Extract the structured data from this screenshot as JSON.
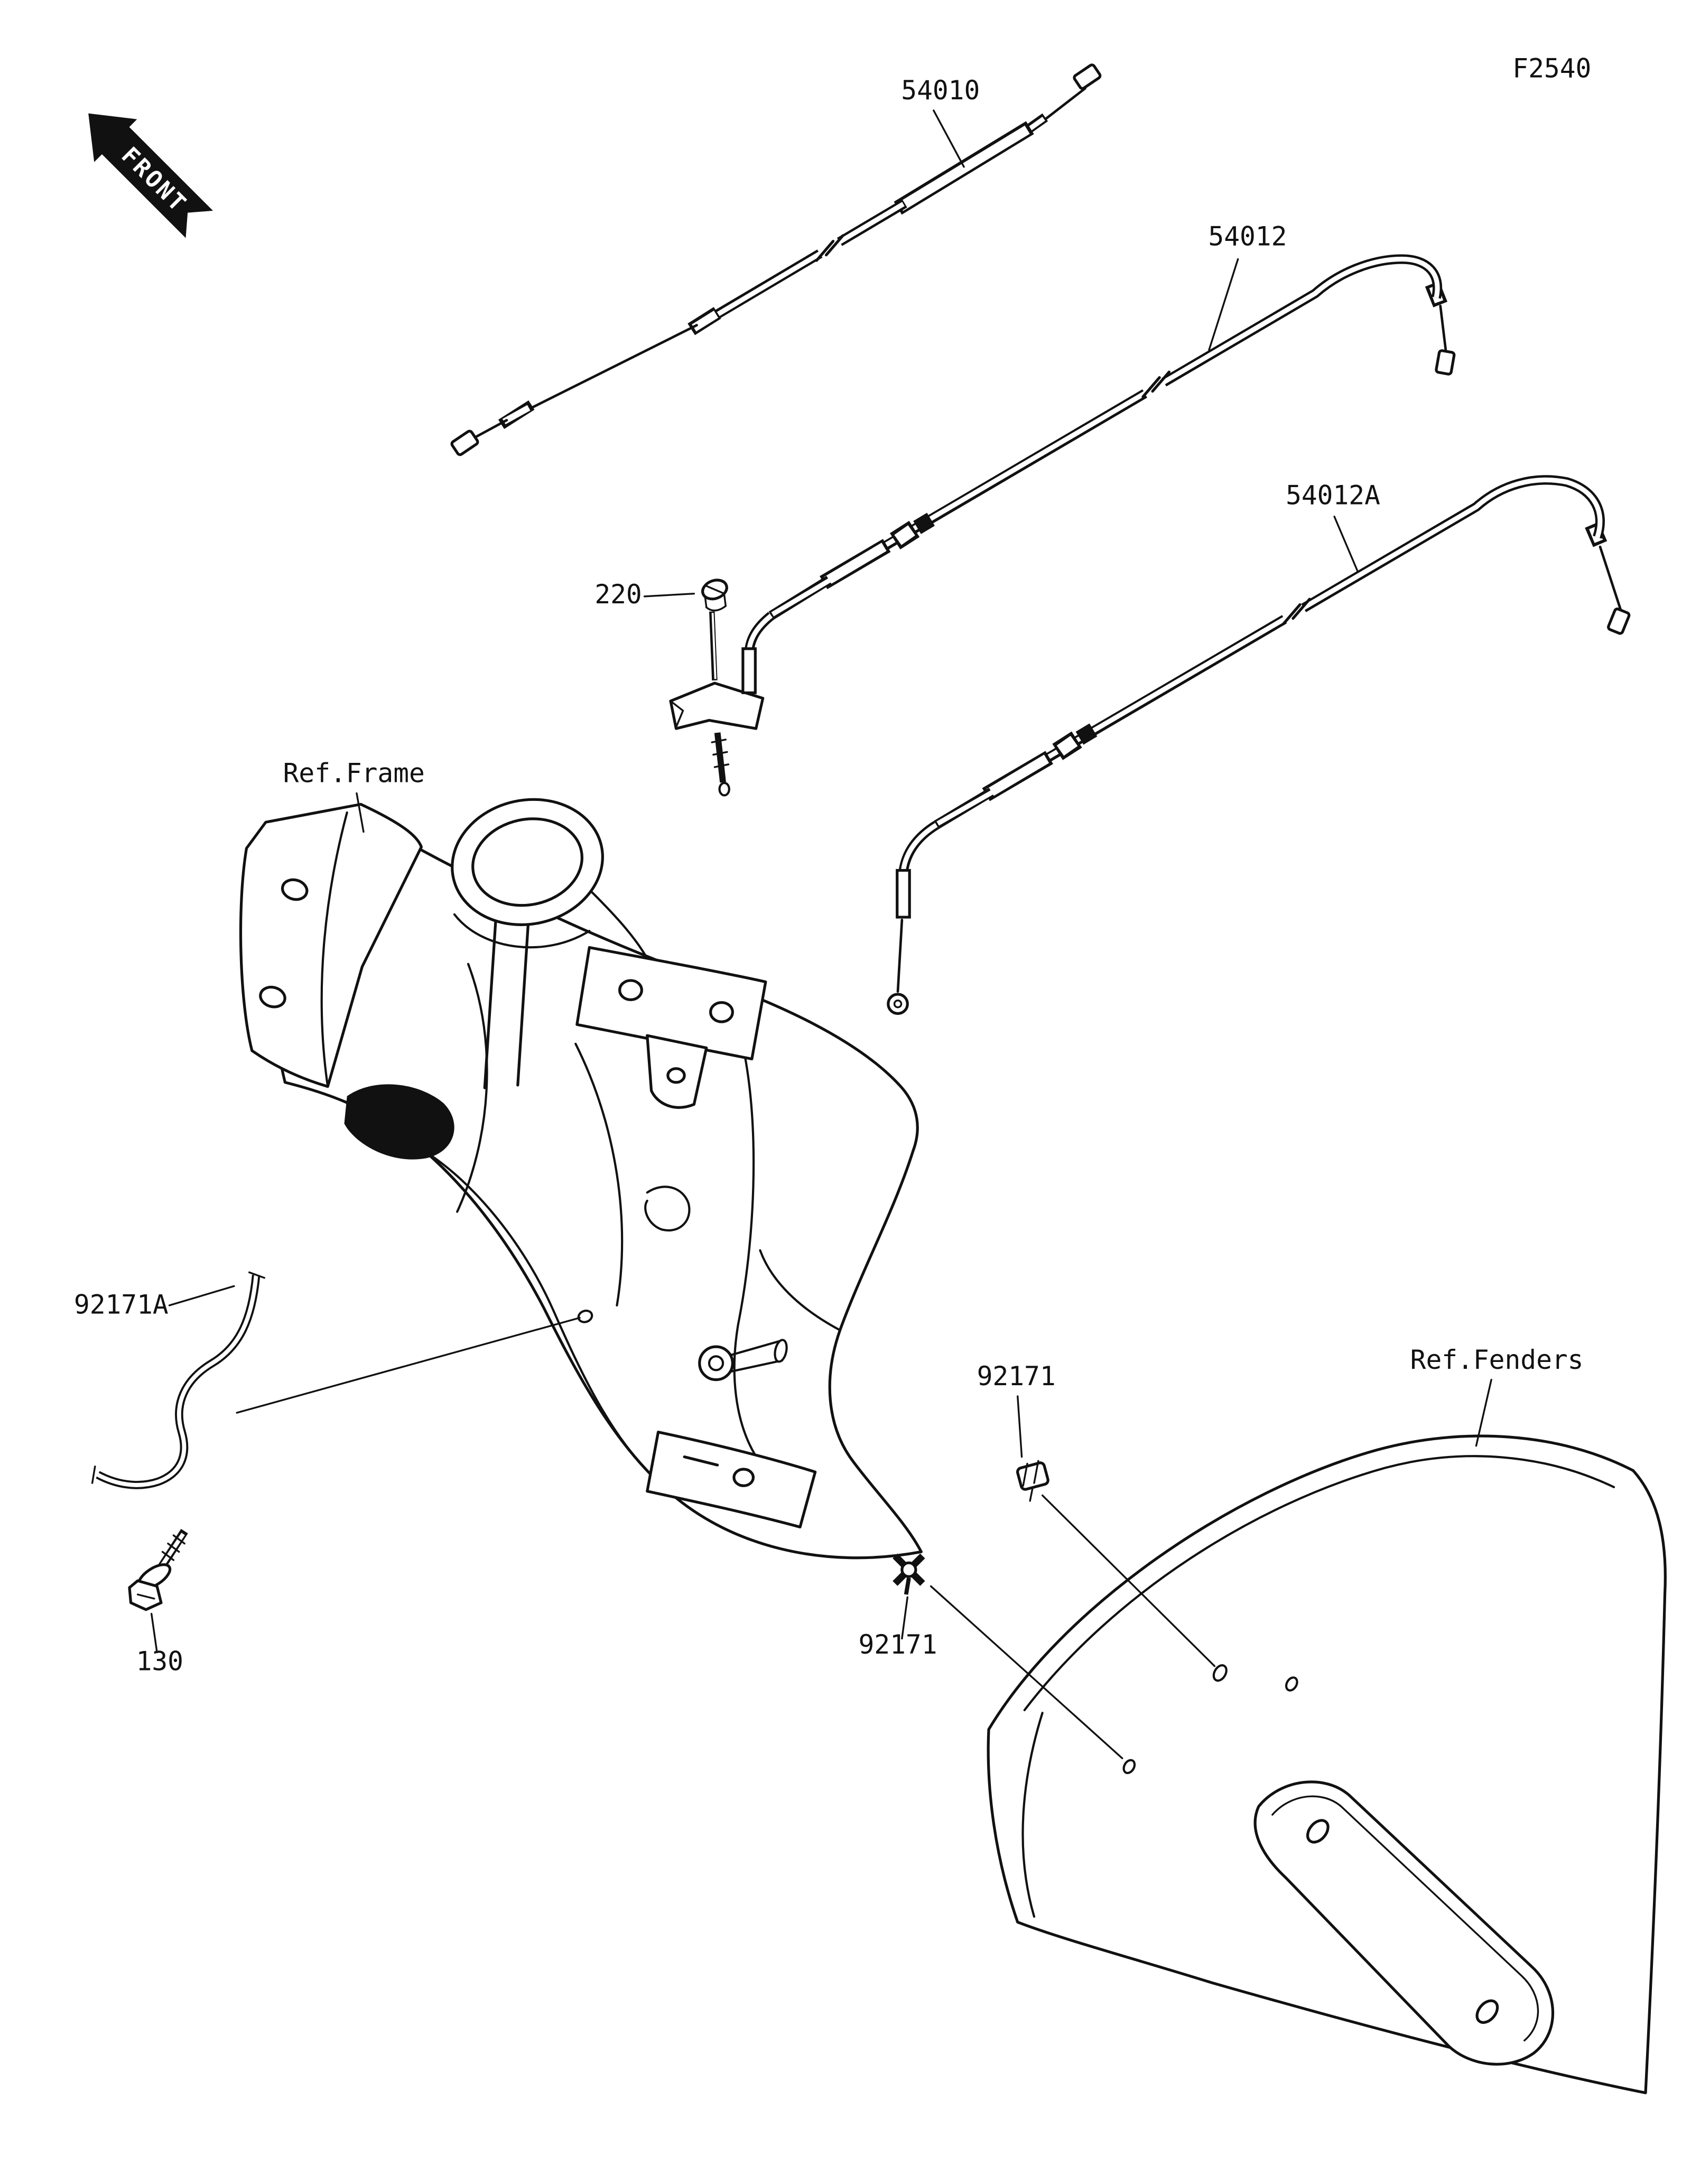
{
  "page": {
    "figure_code": "F2540",
    "background": "#ffffff",
    "line_color": "#111111"
  },
  "front_arrow": {
    "label": "FRONT"
  },
  "references": {
    "frame": "Ref.Frame",
    "fenders": "Ref.Fenders"
  },
  "parts": {
    "cable_1": {
      "number": "54010"
    },
    "cable_2": {
      "number": "54012"
    },
    "cable_3": {
      "number": "54012A"
    },
    "screw": {
      "number": "220"
    },
    "pipe": {
      "number": "92171A"
    },
    "clamp_upper": {
      "number": "92171"
    },
    "clamp_lower": {
      "number": "92171"
    },
    "bolt": {
      "number": "130"
    }
  }
}
